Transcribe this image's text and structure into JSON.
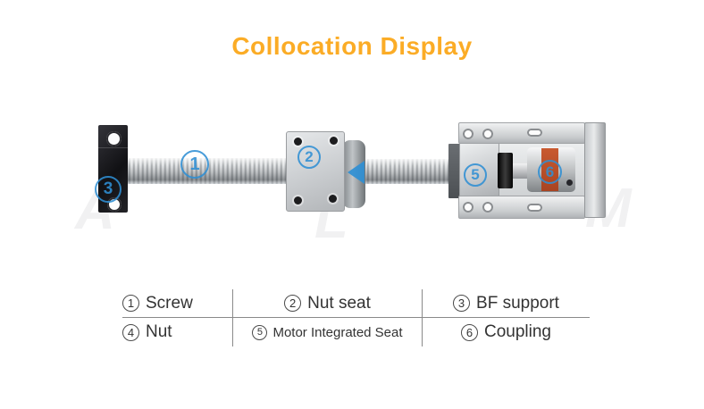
{
  "title": "Collocation Display",
  "colors": {
    "title_orange": "#FBAC26",
    "marker_blue": "#2F8FD4",
    "coupling_orange": "#C85A30",
    "text_dark": "#333333",
    "line_gray": "#8A8A8A"
  },
  "watermark": {
    "letters": [
      "A",
      "L",
      "M"
    ]
  },
  "diagram": {
    "markers": [
      {
        "num": "1",
        "part": "Screw"
      },
      {
        "num": "2",
        "part": "Nut seat"
      },
      {
        "num": "3",
        "part": "BF support"
      },
      {
        "num": "4",
        "part": "Nut",
        "symbol": "left-arrow"
      },
      {
        "num": "5",
        "part": "Motor Integrated Seat"
      },
      {
        "num": "6",
        "part": "Coupling"
      }
    ]
  },
  "legend": {
    "rows": [
      [
        {
          "num": "1",
          "label": "Screw"
        },
        {
          "num": "2",
          "label": "Nut seat"
        },
        {
          "num": "3",
          "label": "BF support"
        }
      ],
      [
        {
          "num": "4",
          "label": "Nut"
        },
        {
          "num": "5",
          "label": "Motor Integrated Seat"
        },
        {
          "num": "6",
          "label": "Coupling"
        }
      ]
    ]
  }
}
